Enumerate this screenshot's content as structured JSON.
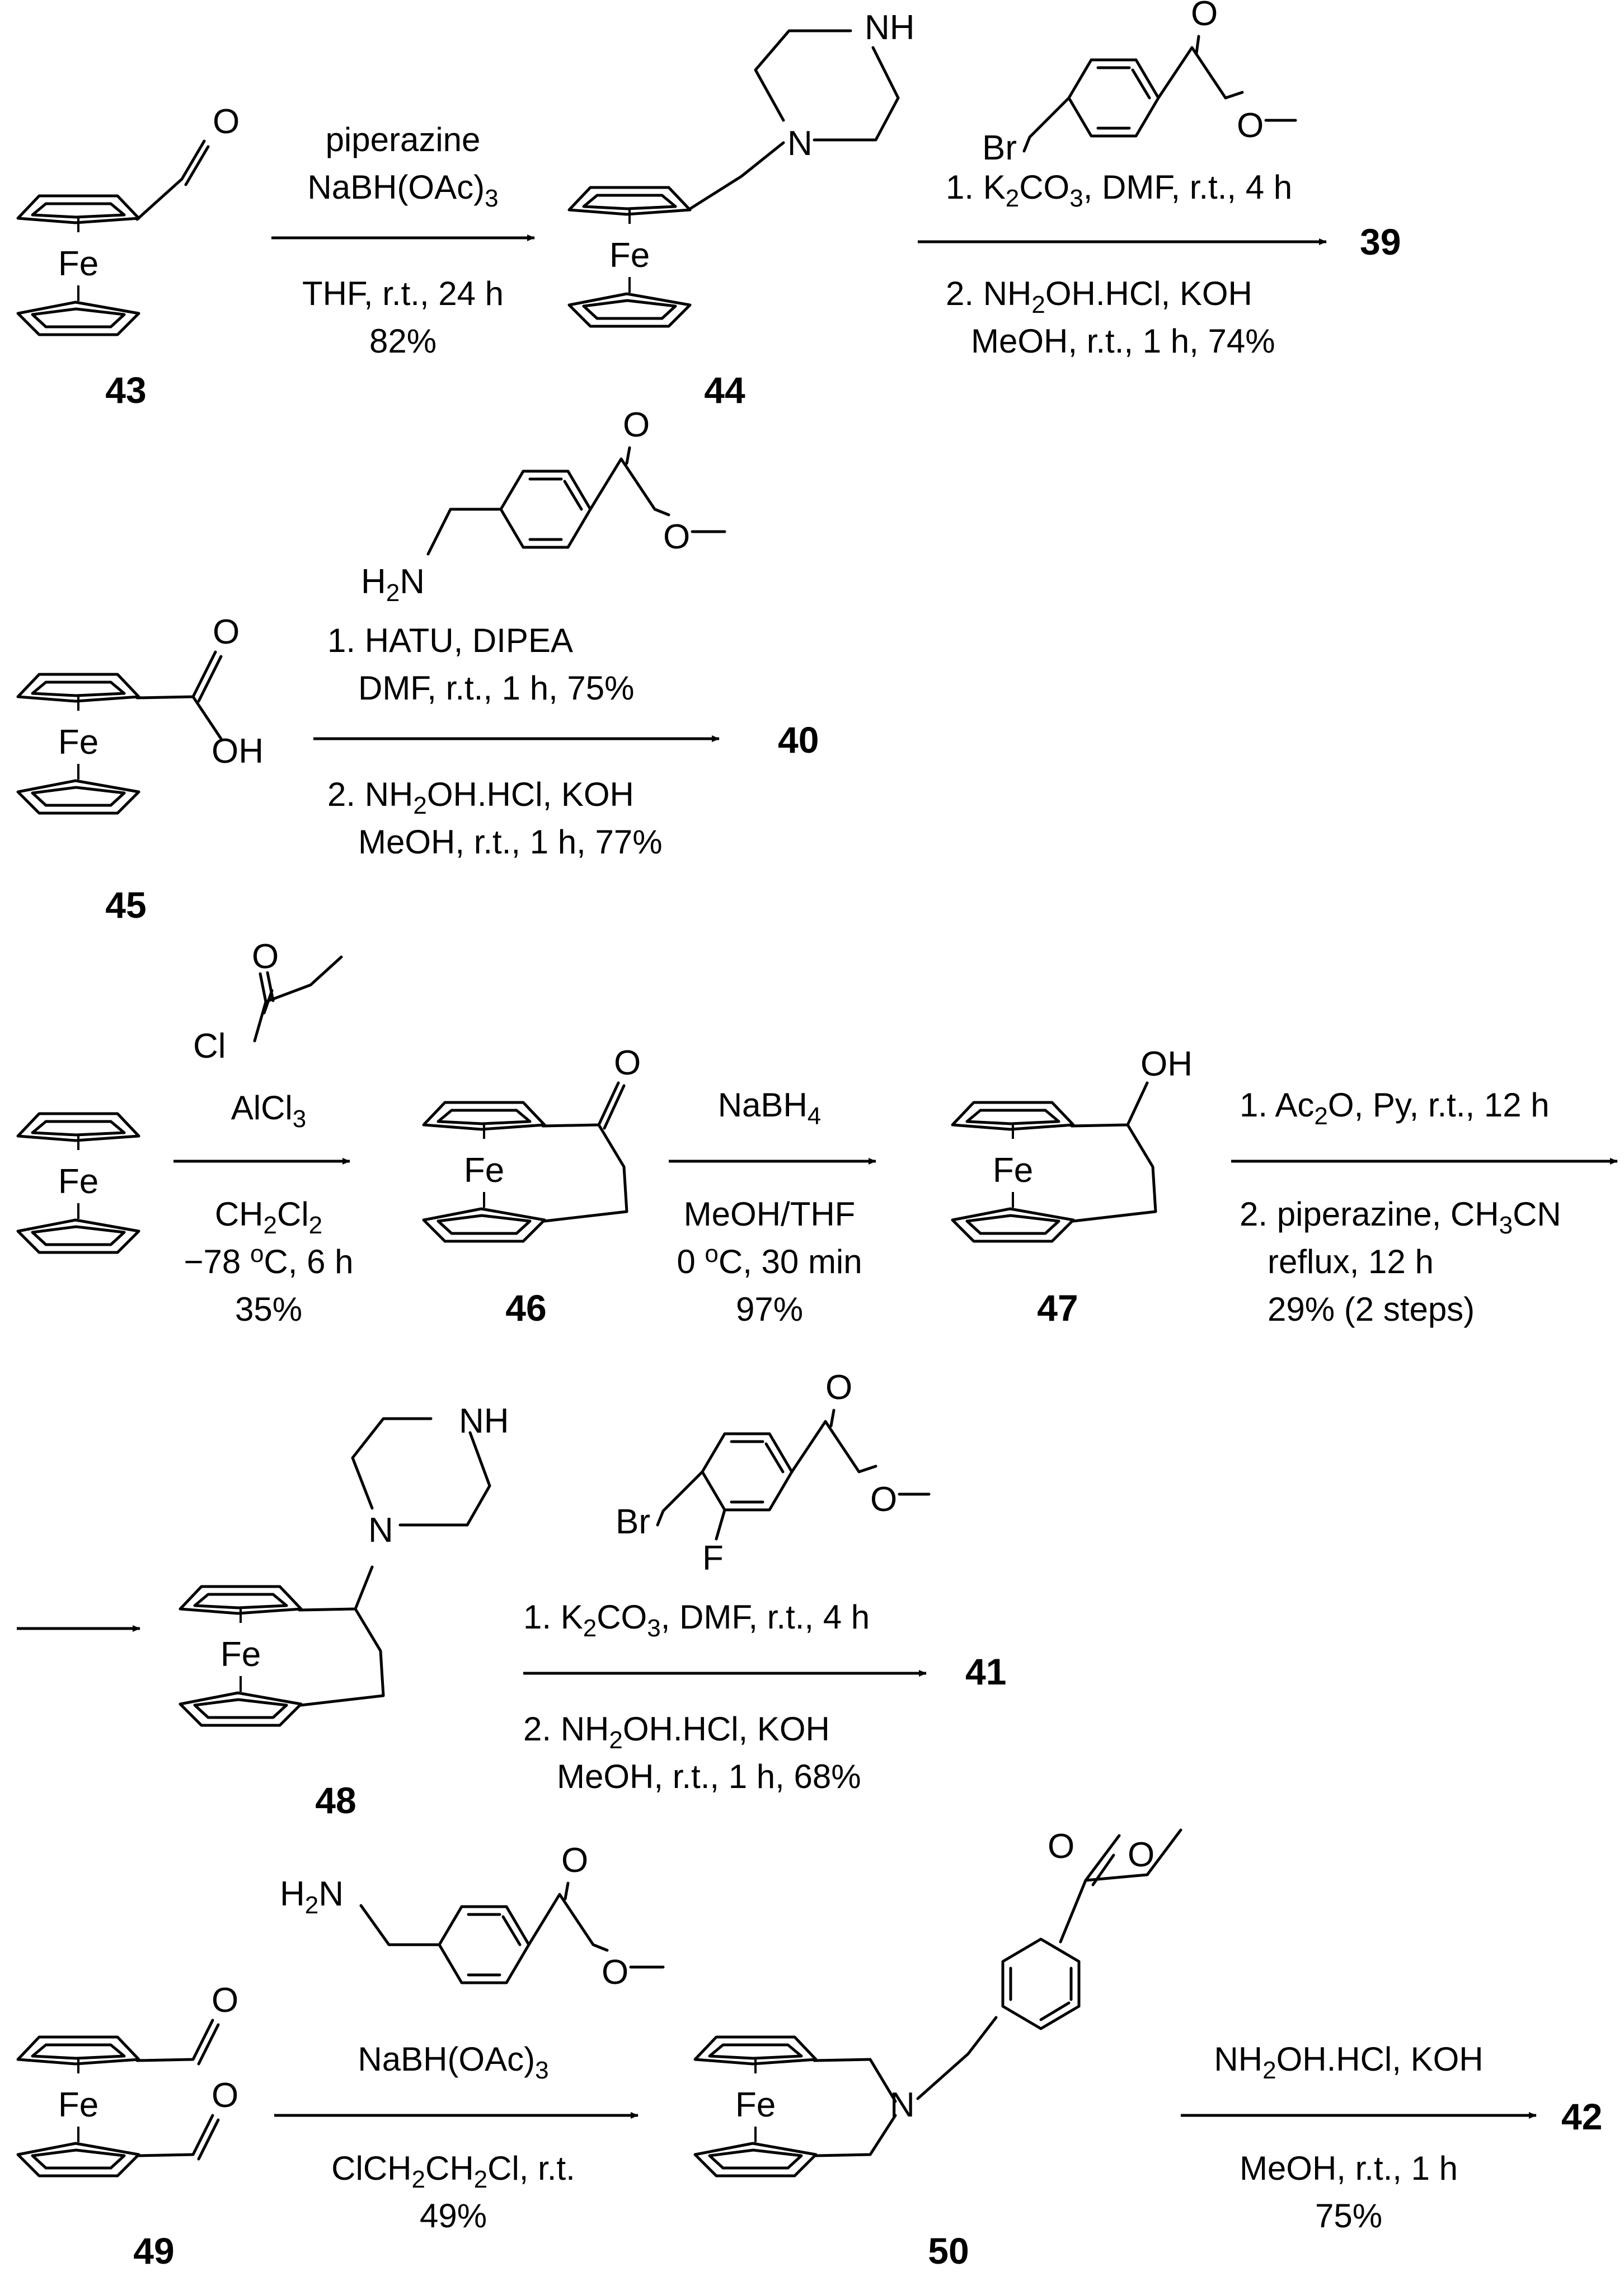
{
  "scheme1": {
    "cmpd_43": "43",
    "cmpd_44": "44",
    "product": "39",
    "step1": {
      "above": [
        "piperazine",
        "NaBH(OAc)3"
      ],
      "below": [
        "THF, r.t., 24 h",
        "82%"
      ]
    },
    "step2": {
      "line1": "1. K2CO3, DMF, r.t., 4 h",
      "line2": "2. NH2OH.HCl, KOH",
      "line3": "MeOH, r.t., 1 h, 74%"
    },
    "labels": {
      "aldehyde_O": "O",
      "NH": "NH",
      "N": "N",
      "Br": "Br",
      "ester_O": "O"
    }
  },
  "scheme2": {
    "cmpd_45": "45",
    "product": "40",
    "step": {
      "line1": "1. HATU, DIPEA",
      "line2": "DMF, r.t., 1 h, 75%",
      "line3": "2. NH2OH.HCl, KOH",
      "line4": "MeOH, r.t., 1 h, 77%"
    },
    "labels": {
      "H2N": "H2N",
      "OH": "OH",
      "O": "O"
    }
  },
  "scheme3": {
    "cmpd_46": "46",
    "cmpd_47": "47",
    "step1": {
      "reagent": "AlCl3",
      "solvent": "CH2Cl2",
      "temp": "−78 oC, 6 h",
      "yield": "35%",
      "Cl": "Cl",
      "O": "O"
    },
    "step2": {
      "reagent": "NaBH4",
      "solvent": "MeOH/THF",
      "temp": "0 oC, 30 min",
      "yield": "97%"
    },
    "step3": {
      "line1": "1. Ac2O, Py, r.t., 12 h",
      "line2": "2. piperazine, CH3CN",
      "line3": "reflux, 12 h",
      "line4": "29% (2 steps)"
    },
    "labels": {
      "O": "O",
      "OH": "OH"
    }
  },
  "scheme4": {
    "cmpd_48": "48",
    "product": "41",
    "step": {
      "line1": "1. K2CO3, DMF, r.t., 4 h",
      "line2": "2. NH2OH.HCl, KOH",
      "line3": "MeOH, r.t., 1 h, 68%"
    },
    "labels": {
      "NH": "NH",
      "N": "N",
      "Br": "Br",
      "F": "F",
      "O": "O"
    }
  },
  "scheme5": {
    "cmpd_49": "49",
    "cmpd_50": "50",
    "product": "42",
    "step1": {
      "reagent": "NaBH(OAc)3",
      "solvent": "ClCH2CH2Cl, r.t.",
      "yield": "49%"
    },
    "step2": {
      "line1": "NH2OH.HCl, KOH",
      "line2": "MeOH, r.t., 1 h",
      "line3": "75%"
    },
    "labels": {
      "H2N": "H2N",
      "N": "N",
      "O": "O"
    }
  },
  "common": {
    "Fe": "Fe"
  }
}
